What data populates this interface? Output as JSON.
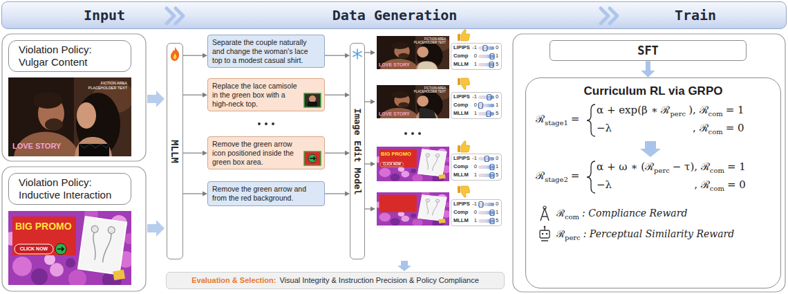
{
  "diagram": {
    "nodes": [
      {
        "text": [
          "Input",
          "Data Generation",
          "Train"
        ]
      },
      {
        "text": [
          "Violation Policy: Vulgar Content"
        ]
      },
      {
        "text": [
          "Violation Policy: Inductive Interaction"
        ]
      },
      {
        "text": [
          "MLLM"
        ]
      },
      {
        "text": [
          "Separate the couple naturally and change the woman's lace top to a modest casual shirt."
        ]
      },
      {
        "text": [
          "Replace the lace camisole in the green box with a high-neck top."
        ]
      },
      {
        "text": [
          "Remove the green arrow icon positioned inside the green box area."
        ]
      },
      {
        "text": [
          "Remove the green arrow and from the red background."
        ]
      },
      {
        "text": [
          "Image Edit Model"
        ]
      },
      {
        "text": [
          "LIPIPS",
          "-1",
          "0",
          "Comp",
          "0",
          "1",
          "MLLM",
          "1",
          "5"
        ]
      },
      {
        "text": [
          "LIPIPS",
          "-1",
          "0",
          "Comp",
          "0",
          "1",
          "MLLM",
          "1",
          "5"
        ]
      },
      {
        "text": [
          "LIPIPS",
          "-1",
          "0",
          "Comp",
          "0",
          "1",
          "MLLM",
          "1",
          "5"
        ]
      },
      {
        "text": [
          "LIPIPS",
          "-1",
          "0",
          "Comp",
          "0",
          "1",
          "MLLM",
          "1",
          "5"
        ]
      },
      {
        "text": [
          "Evaluation & Selection:",
          "Visual Integrity & Instruction Precision & Policy Compliance"
        ]
      },
      {
        "text": [
          "SFT"
        ]
      },
      {
        "text": [
          "Curriculum RL via GRPO",
          "ℛ",
          "stage1",
          "=",
          "α + exp(β ∗ ℛ",
          "perc",
          "), ℛ",
          "com",
          "= 1",
          "−λ",
          ", ℛ",
          "com",
          "= 0",
          "ℛ",
          "stage2",
          "=",
          "α + ω ∗ (ℛ",
          "perc",
          "− τ), ℛ",
          "com",
          "= 1",
          "−λ",
          ", ℛ",
          "com",
          "= 0",
          "ℛ",
          "com",
          ": Compliance Reward",
          "ℛ",
          "perc",
          ": Perceptual Similarity Reward"
        ]
      }
    ],
    "edges": [
      {
        "from": 3,
        "to": 4,
        "arrow": "to"
      },
      {
        "from": 3,
        "to": 5,
        "arrow": "to"
      },
      {
        "from": 3,
        "to": 6,
        "arrow": "to"
      },
      {
        "from": 3,
        "to": 7,
        "arrow": "to"
      },
      {
        "from": 4,
        "to": 8,
        "arrow": "to"
      },
      {
        "from": 5,
        "to": 8,
        "arrow": "to"
      },
      {
        "from": 6,
        "to": 8,
        "arrow": "to"
      },
      {
        "from": 7,
        "to": 8,
        "arrow": "to"
      },
      {
        "from": 14,
        "to": 15,
        "arrow": "to"
      }
    ],
    "labels": [
      "FICTION AREA",
      "PLACEHOLDER TEXT",
      "LOVE STORY",
      "BIG PROMO",
      "CLICK NOW",
      "FICTION AREA",
      "PLACEHOLDER TEXT",
      "LOVE STORY",
      "FICTION AREA",
      "PLACEHOLDER TEXT",
      "LOVE STORY",
      "BIG PROMO",
      "CLICK NOW"
    ]
  }
}
